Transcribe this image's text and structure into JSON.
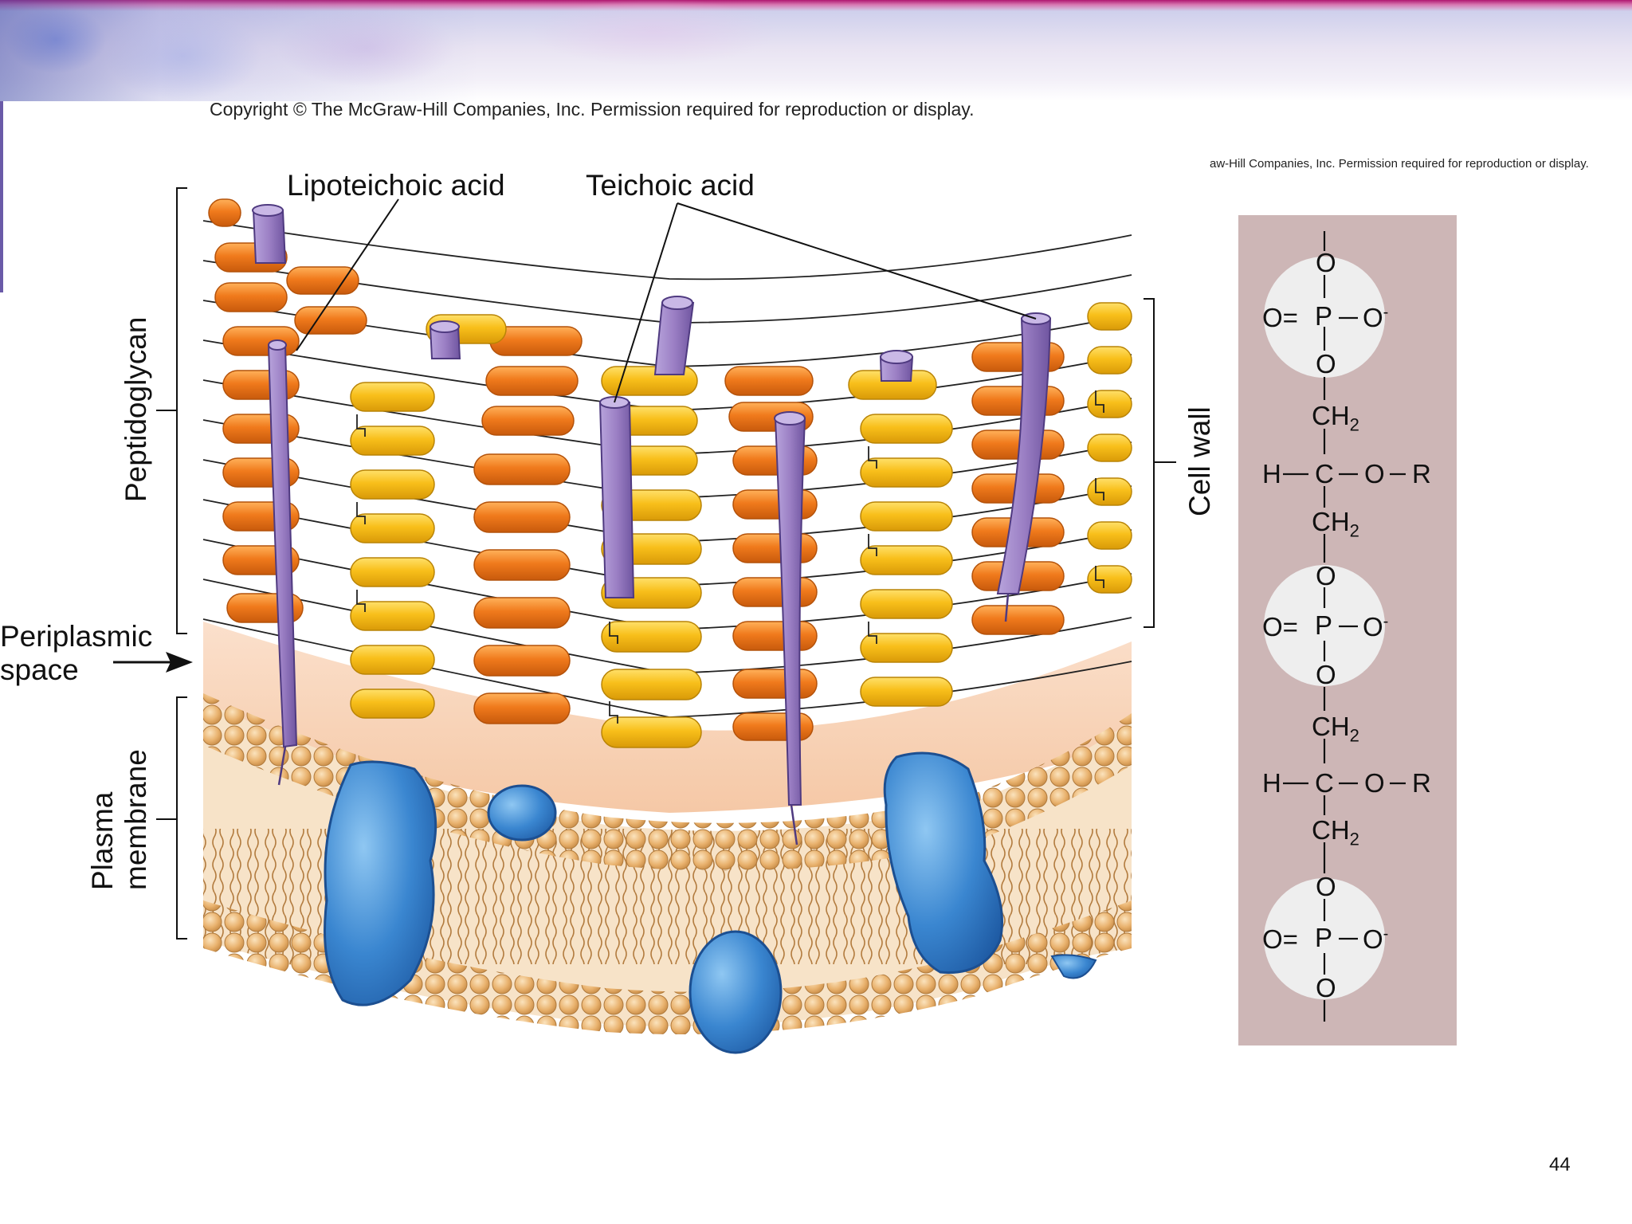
{
  "slide": {
    "copyright": "Copyright © The McGraw-Hill Companies, Inc. Permission required for reproduction or display.",
    "copyright_partial": "aw-Hill Companies, Inc. Permission required for reproduction or display.",
    "page_number": "44"
  },
  "diagram": {
    "labels": {
      "lipoteichoic_acid": "Lipoteichoic acid",
      "teichoic_acid": "Teichoic acid",
      "peptidoglycan": "Peptidoglycan",
      "periplasmic_space_line1": "Periplasmic",
      "periplasmic_space_line2": "space",
      "plasma_membrane_line1": "Plasma",
      "plasma_membrane_line2": "membrane",
      "cell_wall": "Cell wall"
    },
    "colors": {
      "glycan_orange": "#f07a1c",
      "glycan_yellow": "#f8bf1a",
      "teichoic_rod": "#9b7fc4",
      "membrane_head": "#e9b26e",
      "protein_blue": "#3a86d0",
      "chem_panel": "#cdb6b6"
    }
  },
  "chemistry": {
    "o": "O",
    "p": "P",
    "o_double": "O=",
    "o_minus": "O",
    "minus": "-",
    "ch": "CH",
    "sub2": "2",
    "h": "H",
    "c": "C",
    "r": "R"
  }
}
